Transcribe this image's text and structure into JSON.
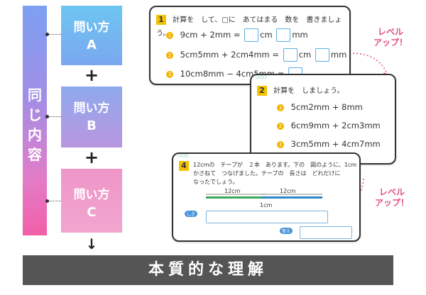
{
  "left": {
    "vertical_label": [
      "同",
      "じ",
      "内",
      "容"
    ],
    "ways": [
      {
        "title": "問い方",
        "letter": "A"
      },
      {
        "title": "問い方",
        "letter": "B"
      },
      {
        "title": "問い方",
        "letter": "C"
      }
    ],
    "plus": "+",
    "arrow": "↓"
  },
  "banner": "本質的な理解",
  "level_up": {
    "line1": "レベル",
    "line2": "アップ！"
  },
  "card1": {
    "number": "1",
    "instruction": "計算を　して、□に　あてはまる　数を　書きましょう。",
    "items": [
      {
        "bullet": "1",
        "expr": "9cm + 2mm ="
      },
      {
        "bullet": "2",
        "expr": "5cm5mm + 2cm4mm ="
      },
      {
        "bullet": "3",
        "expr": "10cm8mm − 4cm5mm ="
      }
    ],
    "unit_cm": "cm",
    "unit_mm": "mm"
  },
  "card2": {
    "number": "2",
    "instruction": "計算を　しましょう。",
    "items": [
      {
        "bullet": "1",
        "expr": "5cm2mm + 8mm"
      },
      {
        "bullet": "2",
        "expr": "6cm9mm + 2cm3mm"
      },
      {
        "bullet": "3",
        "expr": "3cm5mm + 4cm7mm"
      }
    ]
  },
  "card3": {
    "number": "4",
    "lines": [
      "12cmの　テープが　２本　あります。下の　図のように、1cm",
      "かさねて　つなげました。テープの　長さは　どれだけに",
      "なったでしょう。"
    ],
    "tape_left": "12cm",
    "tape_right": "12cm",
    "overlap": "1cm",
    "shiki_tag": "しき",
    "kotae_tag": "答え"
  }
}
